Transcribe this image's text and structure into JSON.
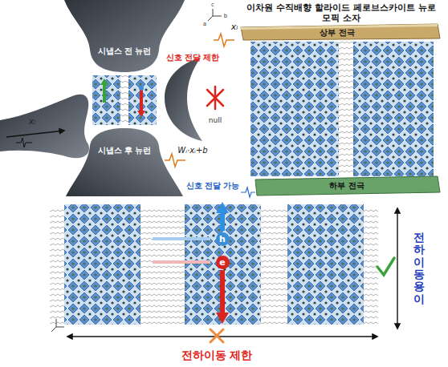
{
  "diagram": {
    "nodes": [
      {
        "text": [
          "시냅스 전 뉴런"
        ]
      },
      {
        "text": [
          "시냅스 후 뉴런"
        ]
      },
      {
        "text": [
          "상부 전극"
        ]
      },
      {
        "text": [
          "하부 전극"
        ]
      },
      {
        "text": [
          "h"
        ]
      },
      {
        "text": [
          "e"
        ]
      }
    ],
    "labels": [
      "c",
      "b",
      "a",
      "이차원 수직배향 할라이드 페로브스카이트 뉴로모픽 소자",
      "xᵢ",
      "신호 전달 제한",
      "null",
      "xᵢ",
      "Wᵢ·xᵢ+b",
      "신호 전달 가능",
      "전하이동 용이",
      "전하이동 제한"
    ]
  }
}
